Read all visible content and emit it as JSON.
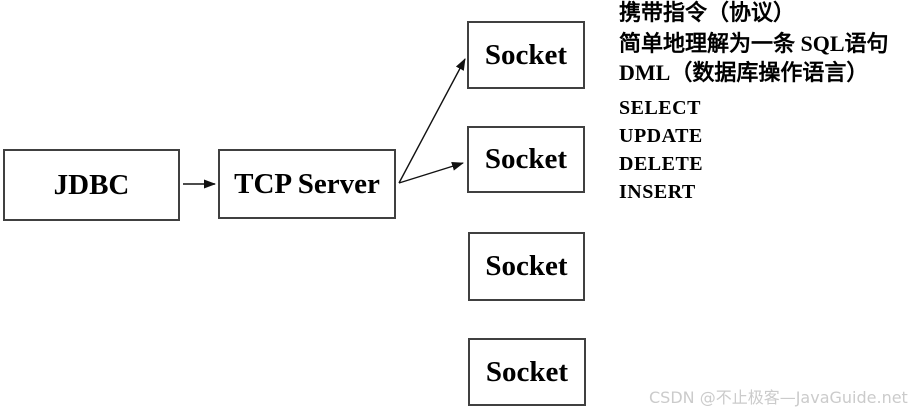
{
  "diagram": {
    "nodes": [
      {
        "id": "jdbc",
        "label": "JDBC"
      },
      {
        "id": "tcp-server",
        "label": "TCP Server"
      },
      {
        "id": "socket-1",
        "label": "Socket"
      },
      {
        "id": "socket-2",
        "label": "Socket"
      },
      {
        "id": "socket-3",
        "label": "Socket"
      },
      {
        "id": "socket-4",
        "label": "Socket"
      }
    ],
    "edges": [
      {
        "from": "jdbc",
        "to": "tcp-server"
      },
      {
        "from": "tcp-server",
        "to": "socket-1"
      },
      {
        "from": "tcp-server",
        "to": "socket-2"
      }
    ]
  },
  "annotation": {
    "lines": [
      "携带指令（协议）",
      "简单地理解为一条 SQL语句",
      "DML（数据库操作语言）",
      "SELECT",
      "UPDATE",
      "DELETE",
      "INSERT"
    ]
  },
  "watermark": {
    "text": "CSDN @不止极客—JavaGuide.net"
  },
  "colors": {
    "background": "#ffffff",
    "box_border": "#404040",
    "text": "#000000",
    "arrow": "#111111",
    "watermark": "#cbcbcb"
  }
}
